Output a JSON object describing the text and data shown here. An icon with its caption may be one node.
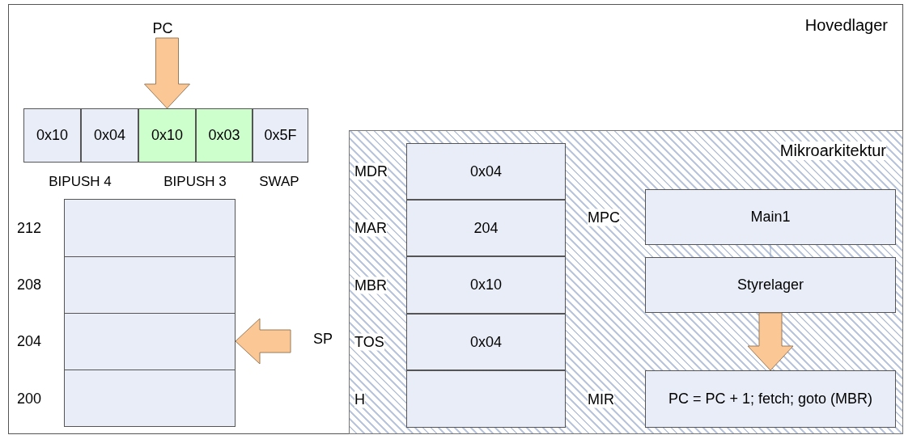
{
  "diagram": {
    "nodes": [
      {
        "text": [
          "Hovedlager"
        ]
      },
      {
        "text": [
          "PC"
        ],
        "in": 0
      },
      {
        "text": [
          "0x10"
        ],
        "in": 0
      },
      {
        "text": [
          "0x04"
        ],
        "in": 0
      },
      {
        "text": [
          "0x10"
        ],
        "in": 0
      },
      {
        "text": [
          "0x03"
        ],
        "in": 0
      },
      {
        "text": [
          "0x5F"
        ],
        "in": 0
      },
      {
        "text": [],
        "shape": "box",
        "beside": [
          "212"
        ],
        "in": 0
      },
      {
        "text": [],
        "shape": "box",
        "beside": [
          "208"
        ],
        "in": 0
      },
      {
        "text": [],
        "shape": "box",
        "beside": [
          "204"
        ],
        "in": 0
      },
      {
        "text": [],
        "shape": "box",
        "beside": [
          "200"
        ],
        "in": 0
      },
      {
        "text": [
          "SP"
        ],
        "in": 0
      },
      {
        "text": [
          "Mikroarkitektur"
        ],
        "in": 0
      },
      {
        "text": [
          "MDR",
          "0x04"
        ],
        "in": 12
      },
      {
        "text": [
          "MAR",
          "204"
        ],
        "in": 12
      },
      {
        "text": [
          "MBR",
          "0x10"
        ],
        "in": 12
      },
      {
        "text": [
          "TOS",
          "0x04"
        ],
        "in": 12
      },
      {
        "text": [
          "H"
        ],
        "in": 12
      },
      {
        "text": [
          "MPC",
          "Main1"
        ],
        "in": 12
      },
      {
        "text": [
          "Styrelager"
        ],
        "in": 12
      },
      {
        "text": [
          "MIR",
          "PC = PC + 1; fetch; goto (MBR)"
        ],
        "in": 12
      }
    ],
    "edges": [
      {
        "from": 1,
        "to": 4,
        "arrow": "to"
      },
      {
        "from": 11,
        "to": 9,
        "arrow": "to"
      },
      {
        "from": 18,
        "to": 19,
        "arrow": "none",
        "color": "#8ea4c8"
      },
      {
        "from": 19,
        "to": 20,
        "arrow": "to"
      }
    ],
    "labels": [
      "BIPUSH 4",
      "BIPUSH 3",
      "SWAP"
    ]
  }
}
